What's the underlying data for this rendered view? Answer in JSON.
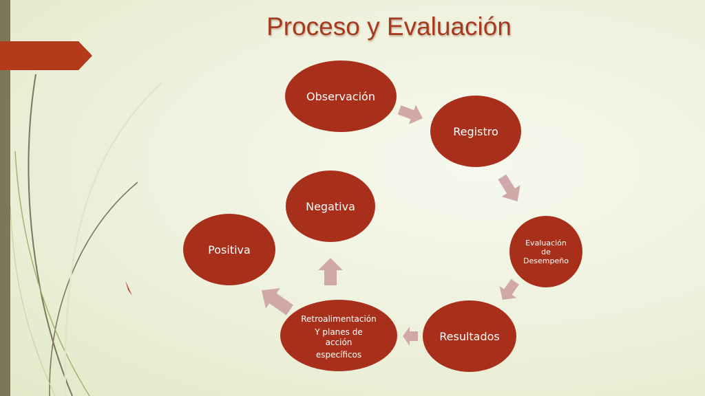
{
  "slide": {
    "title": "Proceso y Evaluación"
  },
  "nodes": {
    "observacion": "Observación",
    "registro": "Registro",
    "evaluacion": [
      "Evaluación",
      "de",
      "Desempeño"
    ],
    "resultados": "Resultados",
    "retroalimentacion": [
      "Retroalimentación",
      "Y planes de",
      "acción",
      "específicos"
    ],
    "positiva": "Positiva",
    "negativa": "Negativa"
  },
  "colors": {
    "node_fill": "#a8301a",
    "arrow_fill": "#d1a8a8",
    "title_color": "#a63a1e",
    "accent_tab": "#b33b1c",
    "side_bar": "#7d7658"
  }
}
